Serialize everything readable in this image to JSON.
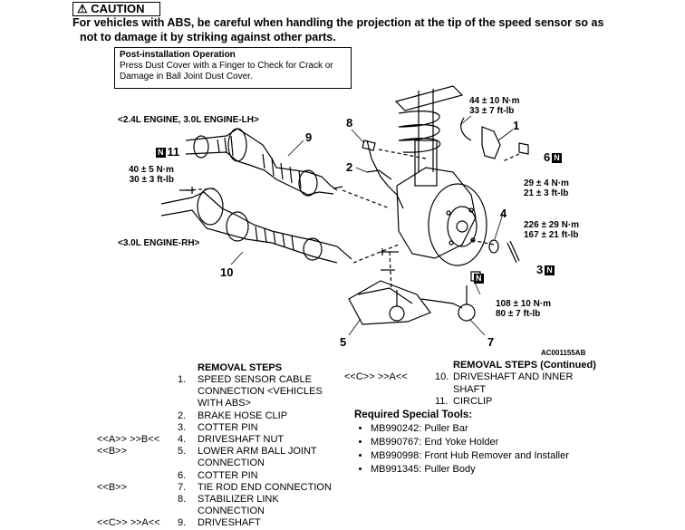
{
  "caution": {
    "title": "⚠ CAUTION",
    "text_line1": "For vehicles with ABS, be careful when handling the projection at the tip of the speed sensor so as",
    "text_line2": "not to damage it by striking against other parts."
  },
  "post_installation": {
    "title": "Post-installation Operation",
    "line1": "Press Dust Cover with a Finger to Check for Crack or",
    "line2": "Damage in Ball Joint Dust Cover."
  },
  "diagram": {
    "engine_lh": "<2.4L ENGINE, 3.0L ENGINE-LH>",
    "engine_rh": "<3.0L ENGINE-RH>",
    "figure_id": "AC001155AB",
    "badge_n": "N",
    "torque_44": "44 ± 10 N·m",
    "torque_33": "33 ± 7 ft-lb",
    "torque_40": "40 ± 5 N·m",
    "torque_30": "30 ± 3 ft-lb",
    "torque_29": "29 ± 4 N·m",
    "torque_21": "21 ± 3 ft-lb",
    "torque_226": "226 ± 29 N·m",
    "torque_167": "167 ± 21 ft-lb",
    "torque_108": "108 ± 10 N·m",
    "torque_80": "80 ± 7 ft-lb",
    "callouts": {
      "n1": "1",
      "n2": "2",
      "n3": "3",
      "n4": "4",
      "n5": "5",
      "n6": "6",
      "n7": "7",
      "n8": "8",
      "n9": "9",
      "n10": "10",
      "n11": "11"
    }
  },
  "removal_steps": {
    "title": "REMOVAL STEPS",
    "items": [
      {
        "ref": "",
        "num": "1.",
        "text": "SPEED SENSOR CABLE"
      },
      {
        "ref": "",
        "num": "",
        "text": "CONNECTION <VEHICLES"
      },
      {
        "ref": "",
        "num": "",
        "text": "WITH ABS>"
      },
      {
        "ref": "",
        "num": "2.",
        "text": "BRAKE HOSE CLIP"
      },
      {
        "ref": "",
        "num": "3.",
        "text": "COTTER PIN"
      },
      {
        "ref": "<<A>>   >>B<<",
        "num": "4.",
        "text": "DRIVESHAFT NUT"
      },
      {
        "ref": "<<B>>",
        "num": "5.",
        "text": "LOWER ARM BALL JOINT"
      },
      {
        "ref": "",
        "num": "",
        "text": "CONNECTION"
      },
      {
        "ref": "",
        "num": "6.",
        "text": "COTTER PIN"
      },
      {
        "ref": "<<B>>",
        "num": "7.",
        "text": "TIE ROD END CONNECTION"
      },
      {
        "ref": "",
        "num": "8.",
        "text": "STABILIZER LINK"
      },
      {
        "ref": "",
        "num": "",
        "text": "CONNECTION"
      },
      {
        "ref": "<<C>>   >>A<<",
        "num": "9.",
        "text": "DRIVESHAFT"
      }
    ]
  },
  "removal_steps_cont": {
    "title": "REMOVAL STEPS (Continued)",
    "items": [
      {
        "ref": "<<C>>   >>A<<",
        "num": "10.",
        "text": "DRIVESHAFT AND INNER"
      },
      {
        "ref": "",
        "num": "",
        "text": "SHAFT"
      },
      {
        "ref": "",
        "num": "11.",
        "text": "CIRCLIP"
      }
    ]
  },
  "special_tools": {
    "title": "Required Special Tools:",
    "items": [
      "MB990242: Puller Bar",
      "MB990767: End Yoke Holder",
      "MB990998: Front Hub Remover and Installer",
      "MB991345: Puller Body"
    ]
  }
}
